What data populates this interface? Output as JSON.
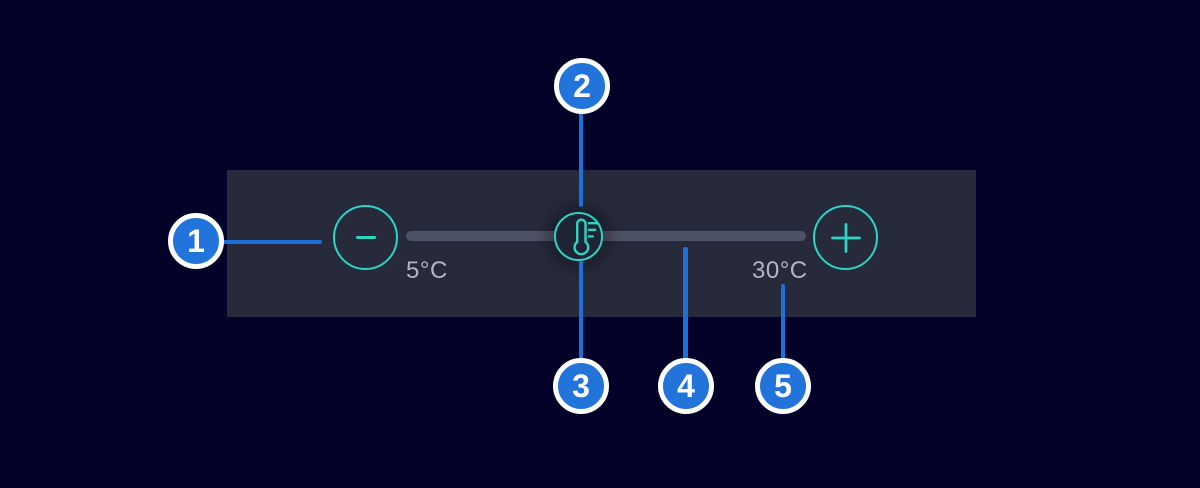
{
  "colors": {
    "background": "#030128",
    "panel": "#262a3b",
    "track": "#4e5266",
    "teal": "#2bd5c4",
    "badge_blue": "#2273da",
    "connector_blue": "#1d6fd9",
    "label_gray": "#b2b6c2",
    "thumb_fill": "#1f2334"
  },
  "slider": {
    "min_label": "5°C",
    "max_label": "30°C"
  },
  "icons": {
    "decrease": "minus-icon",
    "increase": "plus-icon",
    "thumb": "thermometer-icon"
  },
  "callouts": [
    {
      "number": "1"
    },
    {
      "number": "2"
    },
    {
      "number": "3"
    },
    {
      "number": "4"
    },
    {
      "number": "5"
    }
  ]
}
